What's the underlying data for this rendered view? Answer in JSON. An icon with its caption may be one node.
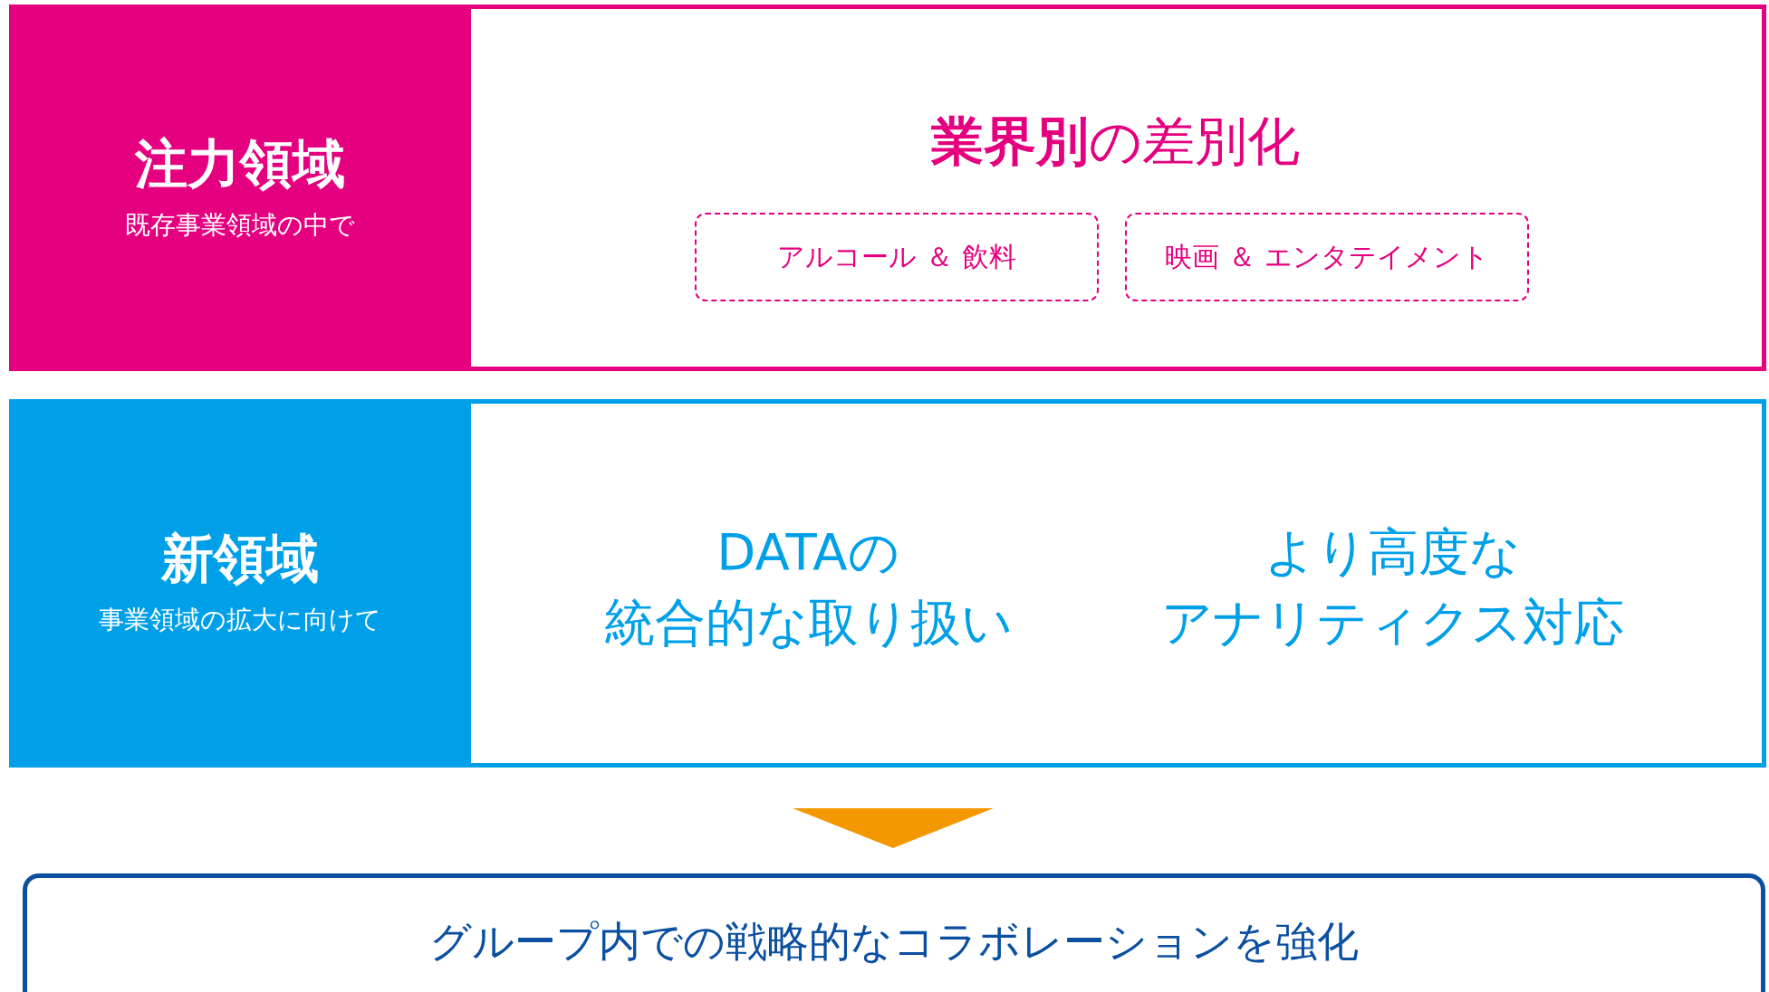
{
  "diagram": {
    "nodes": [
      {
        "text": [
          "注力領域",
          "既存事業領域の中で"
        ]
      },
      {
        "text": [
          "**業界別**の差別化"
        ]
      },
      {
        "text": [
          "アルコール ＆ 飲料"
        ],
        "in": 1
      },
      {
        "text": [
          "映画 ＆ エンタテイメント"
        ],
        "in": 1
      },
      {
        "text": [
          "新領域",
          "事業領域の拡大に向けて"
        ]
      },
      {
        "text": [
          "DATAの統合的な取り扱い",
          "より高度なアナリティクス対応"
        ]
      },
      {
        "text": [
          "グループ内での戦略的なコラボレーションを強化"
        ]
      }
    ],
    "edges": [
      {
        "from": 5,
        "to": 6,
        "arrow": "to",
        "color": "#f39800"
      }
    ]
  }
}
